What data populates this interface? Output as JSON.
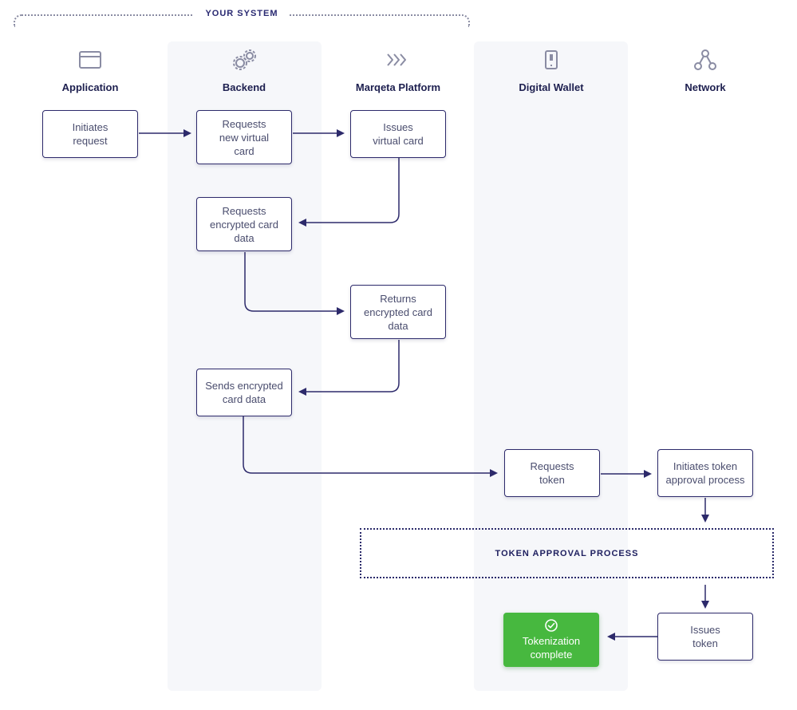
{
  "header": {
    "group_label": "YOUR SYSTEM"
  },
  "columns": [
    {
      "label": "Application",
      "icon": "browser-window-icon"
    },
    {
      "label": "Backend",
      "icon": "gears-icon"
    },
    {
      "label": "Marqeta Platform",
      "icon": "chevrons-right-icon"
    },
    {
      "label": "Digital Wallet",
      "icon": "mobile-phone-icon"
    },
    {
      "label": "Network",
      "icon": "network-nodes-icon"
    }
  ],
  "steps": {
    "initiates_request": "Initiates\nrequest",
    "requests_new_virtual_card": "Requests\nnew virtual\ncard",
    "issues_virtual_card": "Issues\nvirtual card",
    "requests_encrypted_card_data": "Requests\nencrypted card\ndata",
    "returns_encrypted_card_data": "Returns\nencrypted card\ndata",
    "sends_encrypted_card_data": "Sends encrypted\ncard data",
    "requests_token": "Requests\ntoken",
    "initiates_token_approval": "Initiates token\napproval process",
    "issues_token": "Issues\ntoken",
    "tokenization_complete": "Tokenization\ncomplete"
  },
  "process": {
    "label": "TOKEN APPROVAL PROCESS"
  },
  "colors": {
    "navy": "#2d2a6b",
    "lane": "#f6f7fa",
    "success": "#47b83f",
    "text": "#4a4d6e",
    "icon": "#8a8ca3"
  }
}
